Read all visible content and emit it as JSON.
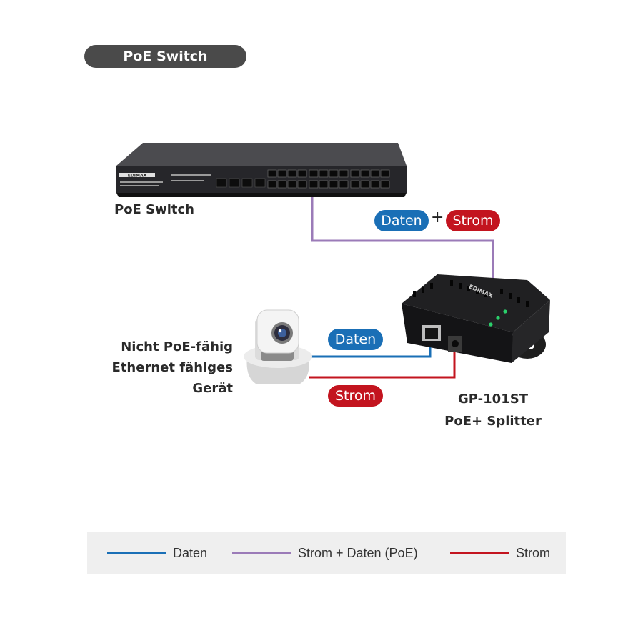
{
  "header": {
    "title": "PoE Switch"
  },
  "labels": {
    "switch": "PoE Switch",
    "device_lines": [
      "Nicht PoE-fähig",
      "Ethernet fähiges",
      "Gerät"
    ],
    "splitter_lines": [
      "GP-101ST",
      "PoE+ Splitter"
    ],
    "switch_brand": "EDIMAX",
    "splitter_brand": "EDIMAX"
  },
  "tags": {
    "daten_top": "Daten",
    "plus": "+",
    "strom_top": "Strom",
    "daten_mid": "Daten",
    "strom_mid": "Strom"
  },
  "legend": {
    "items": [
      {
        "label": "Daten",
        "color": "#1a6fb6"
      },
      {
        "label": "Strom + Daten (PoE)",
        "color": "#9b7bb8"
      },
      {
        "label": "Strom",
        "color": "#c3141f"
      }
    ]
  },
  "colors": {
    "data": "#1a6fb6",
    "poe": "#9b7bb8",
    "power": "#c3141f",
    "pill_dark": "#4a4a4a"
  }
}
